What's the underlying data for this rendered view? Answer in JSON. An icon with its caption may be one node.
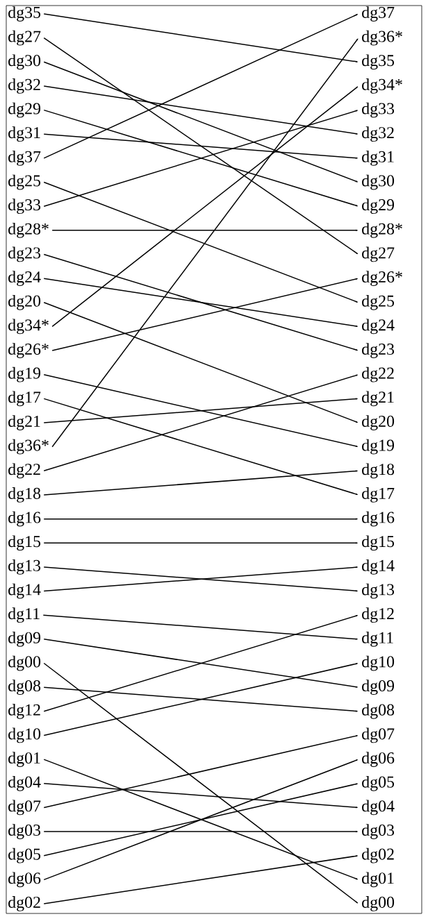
{
  "diagram": {
    "nodes": [
      {
        "text": [
          "dg35"
        ]
      },
      {
        "text": [
          "dg27"
        ]
      },
      {
        "text": [
          "dg30"
        ]
      },
      {
        "text": [
          "dg32"
        ]
      },
      {
        "text": [
          "dg29"
        ]
      },
      {
        "text": [
          "dg31"
        ]
      },
      {
        "text": [
          "dg37"
        ]
      },
      {
        "text": [
          "dg25"
        ]
      },
      {
        "text": [
          "dg33"
        ]
      },
      {
        "text": [
          "dg28*"
        ]
      },
      {
        "text": [
          "dg23"
        ]
      },
      {
        "text": [
          "dg24"
        ]
      },
      {
        "text": [
          "dg20"
        ]
      },
      {
        "text": [
          "dg34*"
        ]
      },
      {
        "text": [
          "dg26*"
        ]
      },
      {
        "text": [
          "dg19"
        ]
      },
      {
        "text": [
          "dg17"
        ]
      },
      {
        "text": [
          "dg21"
        ]
      },
      {
        "text": [
          "dg36*"
        ]
      },
      {
        "text": [
          "dg22"
        ]
      },
      {
        "text": [
          "dg18"
        ]
      },
      {
        "text": [
          "dg16"
        ]
      },
      {
        "text": [
          "dg15"
        ]
      },
      {
        "text": [
          "dg13"
        ]
      },
      {
        "text": [
          "dg14"
        ]
      },
      {
        "text": [
          "dg11"
        ]
      },
      {
        "text": [
          "dg09"
        ]
      },
      {
        "text": [
          "dg00"
        ]
      },
      {
        "text": [
          "dg08"
        ]
      },
      {
        "text": [
          "dg12"
        ]
      },
      {
        "text": [
          "dg10"
        ]
      },
      {
        "text": [
          "dg01"
        ]
      },
      {
        "text": [
          "dg04"
        ]
      },
      {
        "text": [
          "dg07"
        ]
      },
      {
        "text": [
          "dg03"
        ]
      },
      {
        "text": [
          "dg05"
        ]
      },
      {
        "text": [
          "dg06"
        ]
      },
      {
        "text": [
          "dg02"
        ]
      },
      {
        "text": [
          "dg37"
        ]
      },
      {
        "text": [
          "dg36*"
        ]
      },
      {
        "text": [
          "dg35"
        ]
      },
      {
        "text": [
          "dg34*"
        ]
      },
      {
        "text": [
          "dg33"
        ]
      },
      {
        "text": [
          "dg32"
        ]
      },
      {
        "text": [
          "dg31"
        ]
      },
      {
        "text": [
          "dg30"
        ]
      },
      {
        "text": [
          "dg29"
        ]
      },
      {
        "text": [
          "dg28*"
        ]
      },
      {
        "text": [
          "dg27"
        ]
      },
      {
        "text": [
          "dg26*"
        ]
      },
      {
        "text": [
          "dg25"
        ]
      },
      {
        "text": [
          "dg24"
        ]
      },
      {
        "text": [
          "dg23"
        ]
      },
      {
        "text": [
          "dg22"
        ]
      },
      {
        "text": [
          "dg21"
        ]
      },
      {
        "text": [
          "dg20"
        ]
      },
      {
        "text": [
          "dg19"
        ]
      },
      {
        "text": [
          "dg18"
        ]
      },
      {
        "text": [
          "dg17"
        ]
      },
      {
        "text": [
          "dg16"
        ]
      },
      {
        "text": [
          "dg15"
        ]
      },
      {
        "text": [
          "dg14"
        ]
      },
      {
        "text": [
          "dg13"
        ]
      },
      {
        "text": [
          "dg12"
        ]
      },
      {
        "text": [
          "dg11"
        ]
      },
      {
        "text": [
          "dg10"
        ]
      },
      {
        "text": [
          "dg09"
        ]
      },
      {
        "text": [
          "dg08"
        ]
      },
      {
        "text": [
          "dg07"
        ]
      },
      {
        "text": [
          "dg06"
        ]
      },
      {
        "text": [
          "dg05"
        ]
      },
      {
        "text": [
          "dg04"
        ]
      },
      {
        "text": [
          "dg03"
        ]
      },
      {
        "text": [
          "dg02"
        ]
      },
      {
        "text": [
          "dg01"
        ]
      },
      {
        "text": [
          "dg00"
        ]
      }
    ],
    "edges": [
      {
        "from": 0,
        "to": 40,
        "arrow": "to"
      },
      {
        "from": 1,
        "to": 48,
        "arrow": "to"
      },
      {
        "from": 2,
        "to": 45,
        "arrow": "to"
      },
      {
        "from": 3,
        "to": 43,
        "arrow": "to"
      },
      {
        "from": 4,
        "to": 46,
        "arrow": "to"
      },
      {
        "from": 5,
        "to": 44,
        "arrow": "to"
      },
      {
        "from": 6,
        "to": 38,
        "arrow": "to"
      },
      {
        "from": 7,
        "to": 50,
        "arrow": "to"
      },
      {
        "from": 8,
        "to": 42,
        "arrow": "to"
      },
      {
        "from": 9,
        "to": 47,
        "arrow": "to"
      },
      {
        "from": 10,
        "to": 52,
        "arrow": "to"
      },
      {
        "from": 11,
        "to": 51,
        "arrow": "to"
      },
      {
        "from": 12,
        "to": 55,
        "arrow": "to"
      },
      {
        "from": 13,
        "to": 41,
        "arrow": "to"
      },
      {
        "from": 14,
        "to": 49,
        "arrow": "to"
      },
      {
        "from": 15,
        "to": 56,
        "arrow": "to"
      },
      {
        "from": 16,
        "to": 58,
        "arrow": "to"
      },
      {
        "from": 17,
        "to": 54,
        "arrow": "to"
      },
      {
        "from": 18,
        "to": 39,
        "arrow": "to"
      },
      {
        "from": 19,
        "to": 53,
        "arrow": "to"
      },
      {
        "from": 20,
        "to": 57,
        "arrow": "to"
      },
      {
        "from": 21,
        "to": 59,
        "arrow": "to"
      },
      {
        "from": 22,
        "to": 60,
        "arrow": "to"
      },
      {
        "from": 23,
        "to": 62,
        "arrow": "to"
      },
      {
        "from": 24,
        "to": 61,
        "arrow": "to"
      },
      {
        "from": 25,
        "to": 64,
        "arrow": "to"
      },
      {
        "from": 26,
        "to": 66,
        "arrow": "to"
      },
      {
        "from": 27,
        "to": 75,
        "arrow": "to"
      },
      {
        "from": 28,
        "to": 67,
        "arrow": "to"
      },
      {
        "from": 29,
        "to": 63,
        "arrow": "to"
      },
      {
        "from": 30,
        "to": 65,
        "arrow": "to"
      },
      {
        "from": 31,
        "to": 74,
        "arrow": "to"
      },
      {
        "from": 32,
        "to": 71,
        "arrow": "to"
      },
      {
        "from": 33,
        "to": 68,
        "arrow": "to"
      },
      {
        "from": 34,
        "to": 72,
        "arrow": "to"
      },
      {
        "from": 35,
        "to": 70,
        "arrow": "to"
      },
      {
        "from": 36,
        "to": 69,
        "arrow": "to"
      },
      {
        "from": 37,
        "to": 73,
        "arrow": "to"
      }
    ]
  }
}
